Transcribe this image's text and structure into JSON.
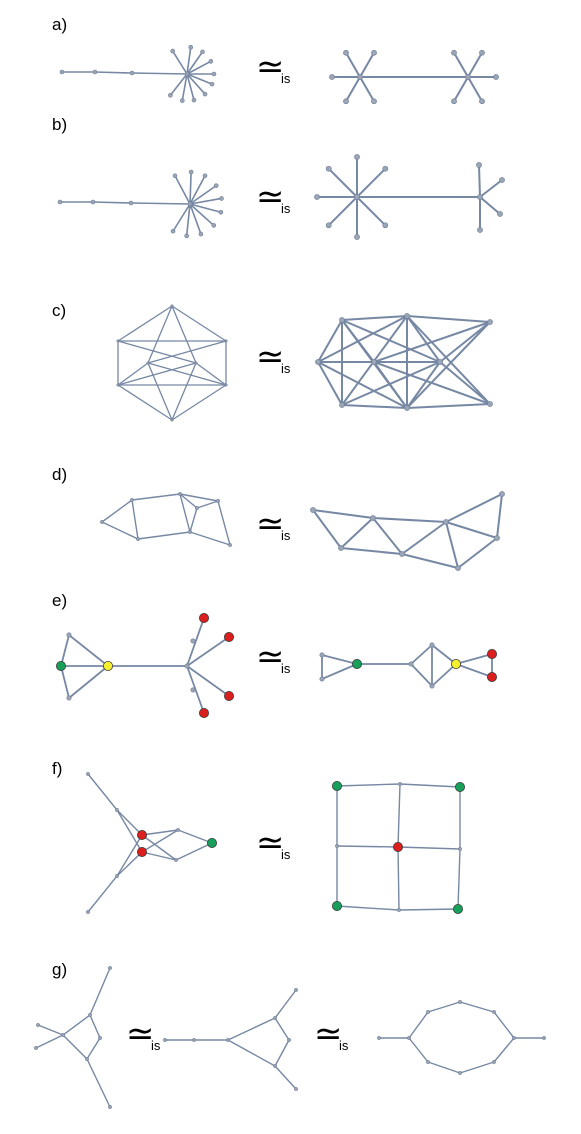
{
  "panel_labels": [
    "a)",
    "b)",
    "c)",
    "d)",
    "e)",
    "f)",
    "g)"
  ],
  "relation": {
    "symbol": "≃",
    "subscript": "is"
  },
  "colors": {
    "edge": "#7688a3",
    "node": "#9aa6b8",
    "green": "#16a05a",
    "yellow": "#f5f02c",
    "red": "#dc1e1e"
  }
}
